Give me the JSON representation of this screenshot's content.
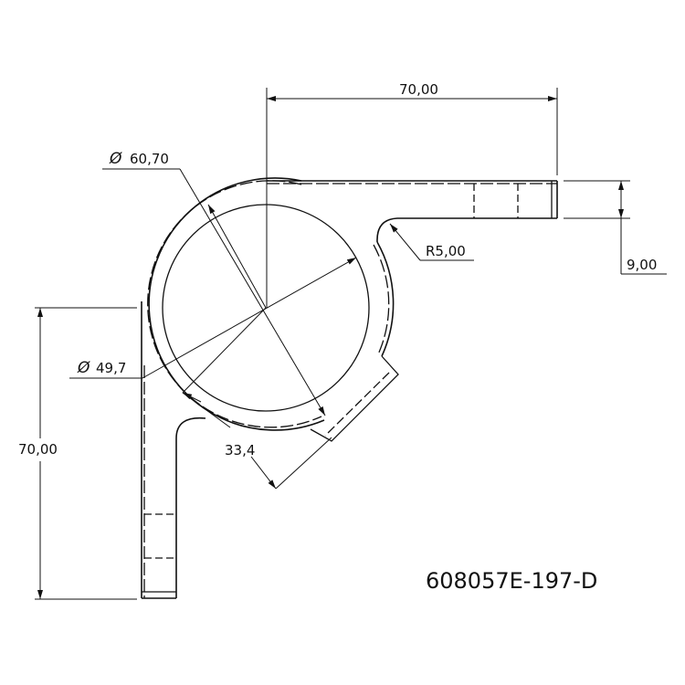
{
  "drawing": {
    "part_number": "608057E-197-D",
    "dimensions": {
      "top_width": "70,00",
      "outer_diameter": "60,70",
      "outer_diameter_symbol": "Ø",
      "inner_diameter": "49,7",
      "inner_diameter_symbol": "Ø",
      "bend_radius": "R5,00",
      "tab_thickness": "9,00",
      "left_height": "70,00",
      "chord": "33,4"
    },
    "line_color": "#111111",
    "background": "#ffffff"
  }
}
